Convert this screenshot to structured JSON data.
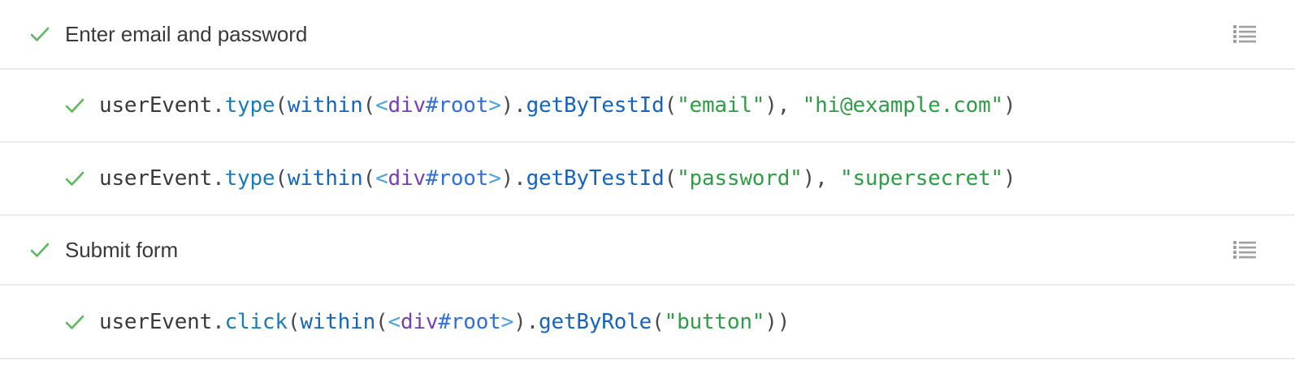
{
  "theme": {
    "background": "#ffffff",
    "divider": "#eaeaea",
    "check_green": "#5cb85c",
    "text": "#3a3a3a",
    "icon_gray": "#a0a0a0",
    "syntax": {
      "plain": "#3a3a3a",
      "punct": "#4a4a4a",
      "method": "#1a7cb8",
      "function": "#1565c0",
      "tag_bracket": "#4aa3df",
      "element": "#7b3fb5",
      "id": "#2f6fdb",
      "string": "#2e9e45"
    }
  },
  "icons": {
    "check": "check-icon",
    "list": "list-log-icon"
  },
  "rows": [
    {
      "kind": "suite",
      "status": "passed",
      "label": "Enter email and password",
      "has_log_icon": true
    },
    {
      "kind": "test",
      "status": "passed",
      "tokens": [
        {
          "t": "userEvent",
          "c": "plain"
        },
        {
          "t": ".",
          "c": "punct"
        },
        {
          "t": "type",
          "c": "method"
        },
        {
          "t": "(",
          "c": "punct"
        },
        {
          "t": "within",
          "c": "function"
        },
        {
          "t": "(",
          "c": "punct"
        },
        {
          "t": "<",
          "c": "tag_bracket"
        },
        {
          "t": "div",
          "c": "element"
        },
        {
          "t": "#root",
          "c": "id"
        },
        {
          "t": ">",
          "c": "tag_bracket"
        },
        {
          "t": ")",
          "c": "punct"
        },
        {
          "t": ".",
          "c": "punct"
        },
        {
          "t": "getByTestId",
          "c": "function"
        },
        {
          "t": "(",
          "c": "punct"
        },
        {
          "t": "\"email\"",
          "c": "string"
        },
        {
          "t": "), ",
          "c": "punct"
        },
        {
          "t": "\"hi@example.com\"",
          "c": "string"
        },
        {
          "t": ")",
          "c": "punct"
        }
      ],
      "plain_text": "userEvent.type(within(<div#root>).getByTestId(\"email\"), \"hi@example.com\")",
      "has_log_icon": false
    },
    {
      "kind": "test",
      "status": "passed",
      "tokens": [
        {
          "t": "userEvent",
          "c": "plain"
        },
        {
          "t": ".",
          "c": "punct"
        },
        {
          "t": "type",
          "c": "method"
        },
        {
          "t": "(",
          "c": "punct"
        },
        {
          "t": "within",
          "c": "function"
        },
        {
          "t": "(",
          "c": "punct"
        },
        {
          "t": "<",
          "c": "tag_bracket"
        },
        {
          "t": "div",
          "c": "element"
        },
        {
          "t": "#root",
          "c": "id"
        },
        {
          "t": ">",
          "c": "tag_bracket"
        },
        {
          "t": ")",
          "c": "punct"
        },
        {
          "t": ".",
          "c": "punct"
        },
        {
          "t": "getByTestId",
          "c": "function"
        },
        {
          "t": "(",
          "c": "punct"
        },
        {
          "t": "\"password\"",
          "c": "string"
        },
        {
          "t": "), ",
          "c": "punct"
        },
        {
          "t": "\"supersecret\"",
          "c": "string"
        },
        {
          "t": ")",
          "c": "punct"
        }
      ],
      "plain_text": "userEvent.type(within(<div#root>).getByTestId(\"password\"), \"supersecret\")",
      "has_log_icon": false
    },
    {
      "kind": "suite",
      "status": "passed",
      "label": "Submit form",
      "has_log_icon": true
    },
    {
      "kind": "test",
      "status": "passed",
      "tokens": [
        {
          "t": "userEvent",
          "c": "plain"
        },
        {
          "t": ".",
          "c": "punct"
        },
        {
          "t": "click",
          "c": "method"
        },
        {
          "t": "(",
          "c": "punct"
        },
        {
          "t": "within",
          "c": "function"
        },
        {
          "t": "(",
          "c": "punct"
        },
        {
          "t": "<",
          "c": "tag_bracket"
        },
        {
          "t": "div",
          "c": "element"
        },
        {
          "t": "#root",
          "c": "id"
        },
        {
          "t": ">",
          "c": "tag_bracket"
        },
        {
          "t": ")",
          "c": "punct"
        },
        {
          "t": ".",
          "c": "punct"
        },
        {
          "t": "getByRole",
          "c": "function"
        },
        {
          "t": "(",
          "c": "punct"
        },
        {
          "t": "\"button\"",
          "c": "string"
        },
        {
          "t": "))",
          "c": "punct"
        }
      ],
      "plain_text": "userEvent.click(within(<div#root>).getByRole(\"button\"))",
      "has_log_icon": false
    }
  ]
}
